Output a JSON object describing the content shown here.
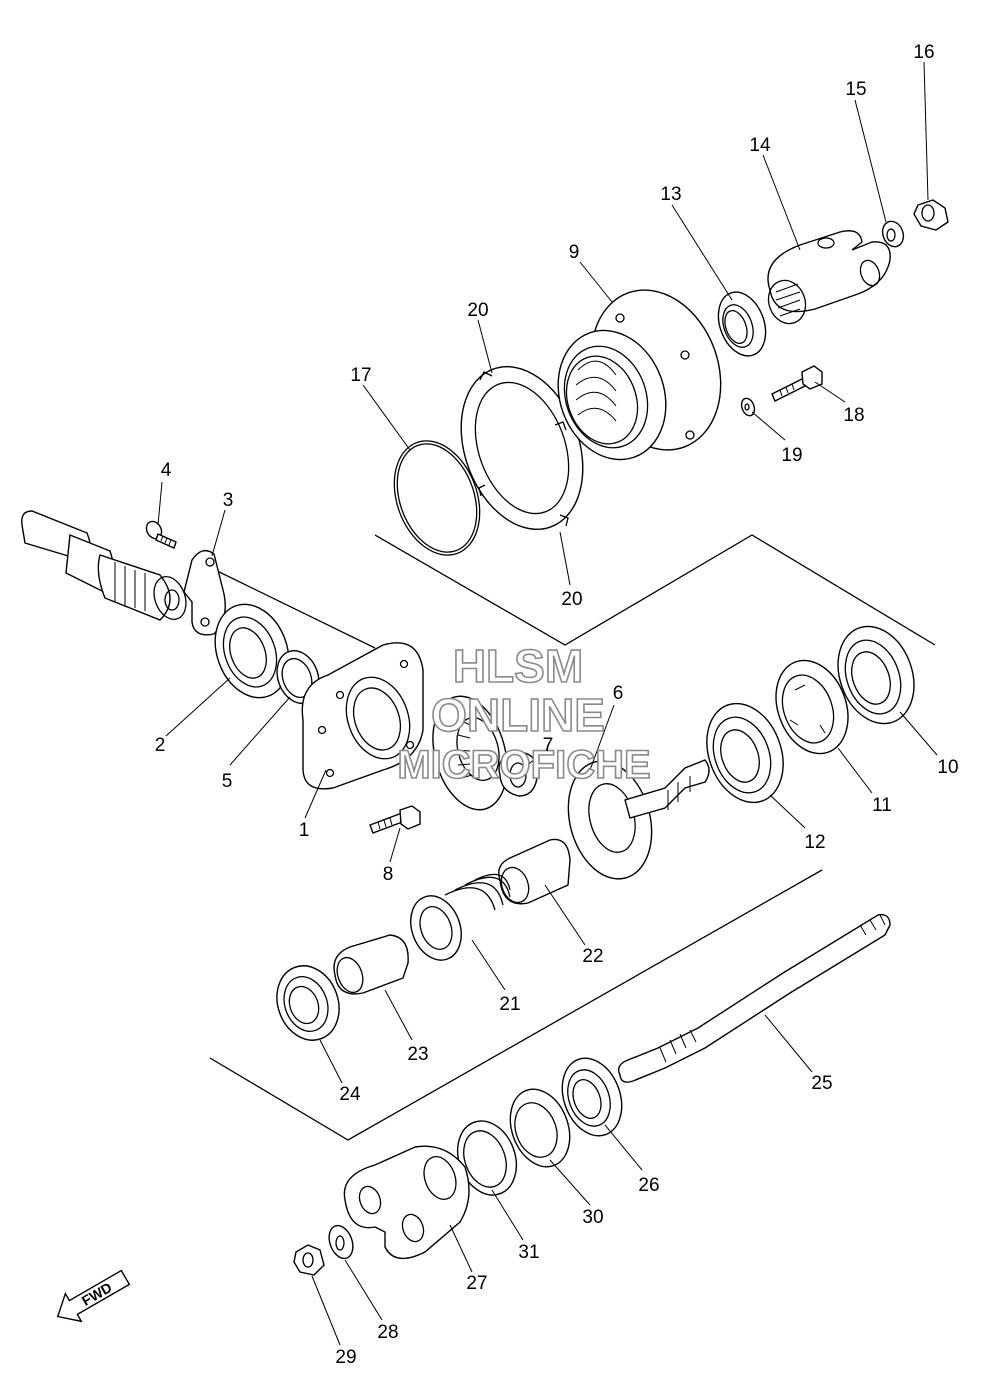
{
  "watermark": {
    "line1": "HLSM",
    "line2": "ONLINE",
    "line3": "MICROFICHE"
  },
  "fwd_label": "FWD",
  "parts": [
    {
      "id": "1",
      "label": "1"
    },
    {
      "id": "2",
      "label": "2"
    },
    {
      "id": "3",
      "label": "3"
    },
    {
      "id": "4",
      "label": "4"
    },
    {
      "id": "5",
      "label": "5"
    },
    {
      "id": "6",
      "label": "6"
    },
    {
      "id": "7",
      "label": "7"
    },
    {
      "id": "8",
      "label": "8"
    },
    {
      "id": "9",
      "label": "9"
    },
    {
      "id": "10",
      "label": "10"
    },
    {
      "id": "11",
      "label": "11"
    },
    {
      "id": "12",
      "label": "12"
    },
    {
      "id": "13",
      "label": "13"
    },
    {
      "id": "14",
      "label": "14"
    },
    {
      "id": "15",
      "label": "15"
    },
    {
      "id": "16",
      "label": "16"
    },
    {
      "id": "17",
      "label": "17"
    },
    {
      "id": "18",
      "label": "18"
    },
    {
      "id": "19",
      "label": "19"
    },
    {
      "id": "20a",
      "label": "20"
    },
    {
      "id": "20b",
      "label": "20"
    },
    {
      "id": "21",
      "label": "21"
    },
    {
      "id": "22",
      "label": "22"
    },
    {
      "id": "23",
      "label": "23"
    },
    {
      "id": "24",
      "label": "24"
    },
    {
      "id": "25",
      "label": "25"
    },
    {
      "id": "26",
      "label": "26"
    },
    {
      "id": "27",
      "label": "27"
    },
    {
      "id": "28",
      "label": "28"
    },
    {
      "id": "29",
      "label": "29"
    },
    {
      "id": "30",
      "label": "30"
    },
    {
      "id": "31",
      "label": "31"
    }
  ]
}
